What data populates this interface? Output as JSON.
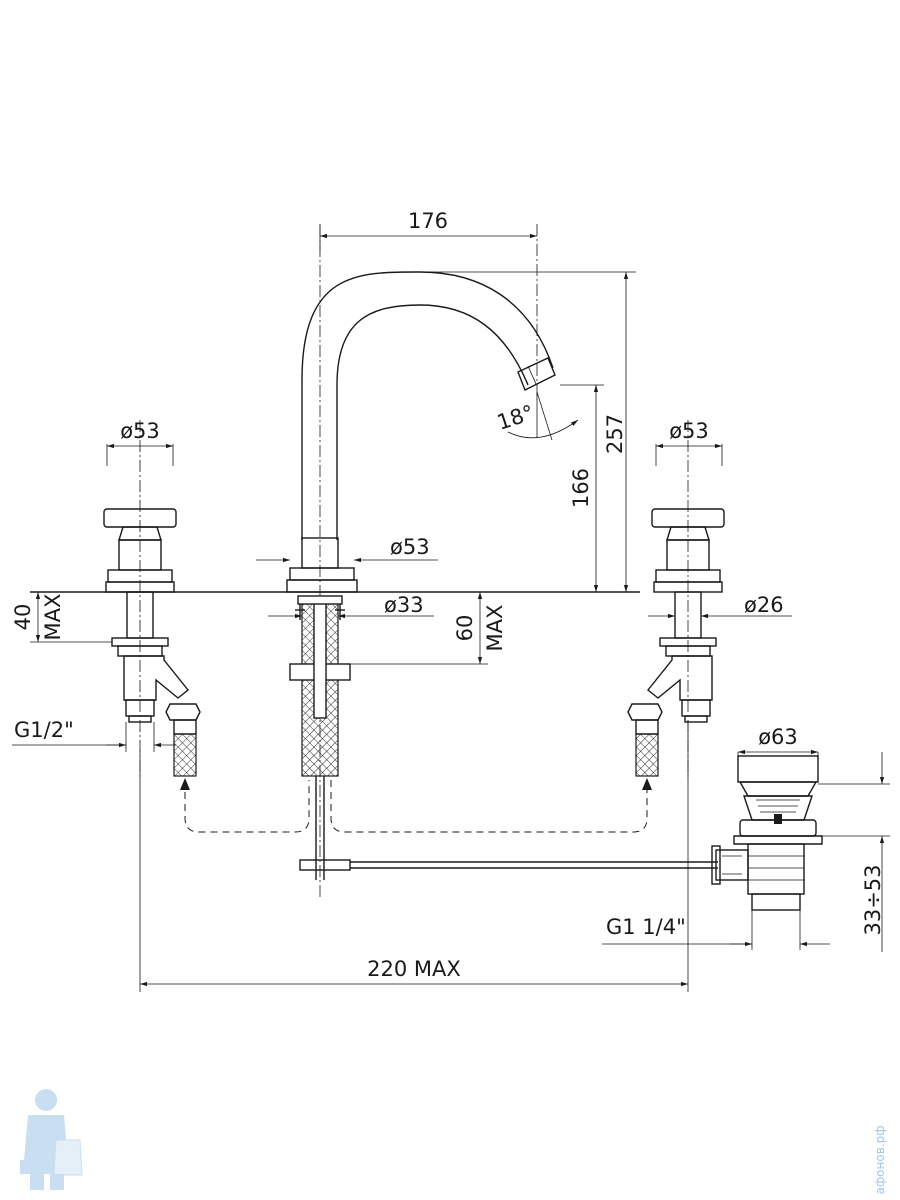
{
  "dimensions": {
    "spout_reach": "176",
    "spout_height": "257",
    "outlet_height": "166",
    "spout_angle": "18°",
    "handle_left_diameter": "ø53",
    "handle_right_diameter": "ø53",
    "spout_base_diameter": "ø53",
    "spout_shank_diameter": "ø33",
    "valve_shank_diameter": "ø26",
    "left_deck_thickness": "40",
    "left_deck_max": "MAX",
    "spout_deck_thickness": "60",
    "spout_deck_max": "MAX",
    "inlet_thread": "G1/2\"",
    "waste_diameter": "ø63",
    "waste_thread": "G1  1/4\"",
    "waste_adjust": "33÷53",
    "overall_span": "220  MAX"
  },
  "watermark": {
    "text": "афонов.рф"
  },
  "colors": {
    "line": "#1a1a1a",
    "background": "#ffffff",
    "watermark": "#9ec6e6"
  }
}
